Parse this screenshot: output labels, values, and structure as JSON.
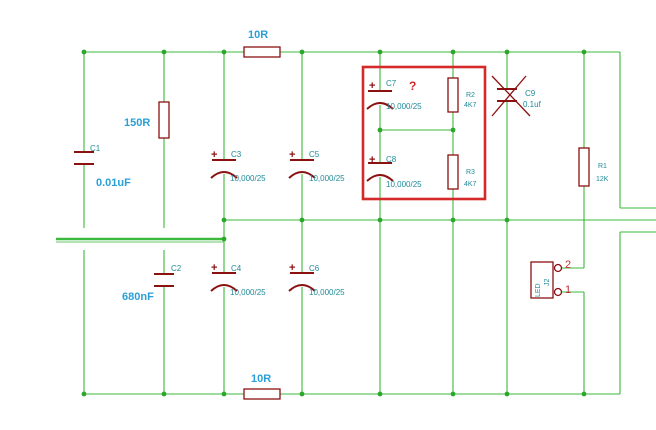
{
  "components": {
    "r_top": {
      "value": "10R"
    },
    "r_bottom": {
      "value": "10R"
    },
    "r_150": {
      "value": "150R"
    },
    "c1": {
      "ref": "C1",
      "value": "0.01uF"
    },
    "c2": {
      "ref": "C2",
      "value": "680nF"
    },
    "c3": {
      "ref": "C3",
      "value": "10,000/25"
    },
    "c4": {
      "ref": "C4",
      "value": "10,000/25"
    },
    "c5": {
      "ref": "C5",
      "value": "10,000/25"
    },
    "c6": {
      "ref": "C6",
      "value": "10,000/25"
    },
    "c7": {
      "ref": "C7",
      "value": "10,000/25"
    },
    "c8": {
      "ref": "C8",
      "value": "10,000/25"
    },
    "r2": {
      "ref": "R2",
      "value": "4K7"
    },
    "r3": {
      "ref": "R3",
      "value": "4K7"
    },
    "c9": {
      "ref": "C9",
      "value": "0.1uf"
    },
    "r1": {
      "ref": "R1",
      "value": "12K"
    },
    "j2": {
      "ref": "J2",
      "name": "LED",
      "pin1": "1",
      "pin2": "2"
    }
  },
  "highlight": {
    "mark": "?",
    "color": "#d42a2a"
  },
  "colors": {
    "wire": "#3cb83c",
    "component": "#8b1010",
    "label": "#2a9fd6",
    "reference": "#1f8a99"
  }
}
